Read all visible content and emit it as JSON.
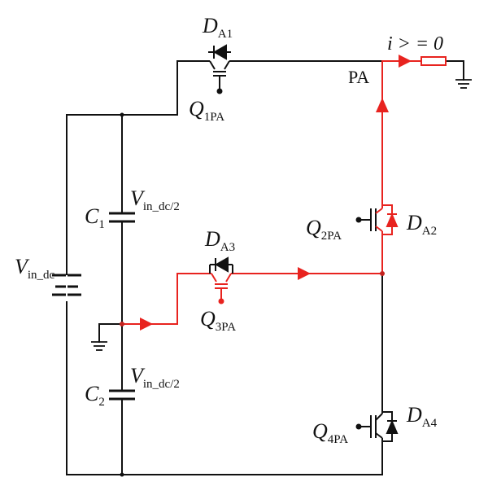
{
  "labels": {
    "da1": {
      "main": "D",
      "sub": "A1"
    },
    "q1pa": {
      "main": "Q",
      "sub": "1PA"
    },
    "da2": {
      "main": "D",
      "sub": "A2"
    },
    "q2pa": {
      "main": "Q",
      "sub": "2PA"
    },
    "da3": {
      "main": "D",
      "sub": "A3"
    },
    "q3pa": {
      "main": "Q",
      "sub": "3PA"
    },
    "da4": {
      "main": "D",
      "sub": "A4"
    },
    "q4pa": {
      "main": "Q",
      "sub": "4PA"
    },
    "c1": {
      "main": "C",
      "sub": "1"
    },
    "c2": {
      "main": "C",
      "sub": "2"
    },
    "vc1": {
      "main": "V",
      "sub": "in_dc/2"
    },
    "vc2": {
      "main": "V",
      "sub": "in_dc/2"
    },
    "vin": {
      "main": "V",
      "sub": "in_dc"
    },
    "pa": "PA",
    "current": "i > = 0"
  },
  "colors": {
    "wire": "#111111",
    "current_path": "#e8231f"
  },
  "icons": [
    "igbt-symbol",
    "diode-symbol",
    "capacitor-symbol",
    "dc-source-symbol",
    "ground-symbol",
    "resistor-symbol",
    "current-arrow-icon"
  ]
}
